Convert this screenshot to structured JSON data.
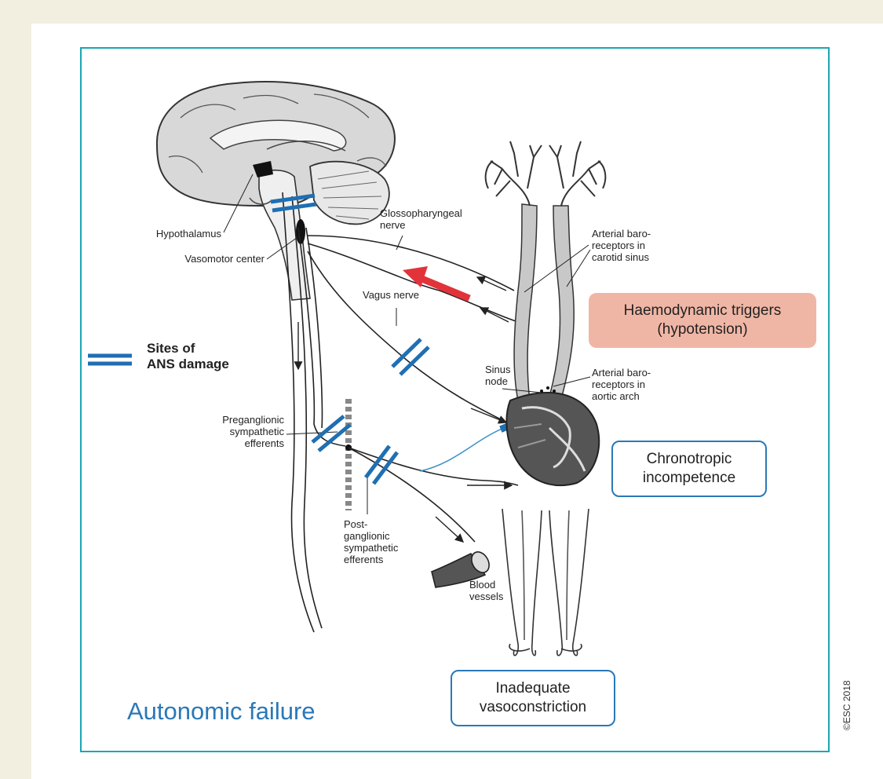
{
  "figure": {
    "title": "Autonomic failure",
    "copyright": "©ESC 2018",
    "colors": {
      "frame_border": "#19a7b3",
      "damage_marker": "#1f6fb2",
      "trigger_arrow": "#e2333a",
      "trigger_box_fill": "#f0b6a5",
      "outcome_box_border": "#2a78b8",
      "title": "#2a78b8",
      "page_background": "#f2efe1"
    }
  },
  "legend": {
    "marker_icon": "double-bar-damage-icon",
    "label": "Sites of\nANS damage"
  },
  "labels": {
    "hypothalamus": "Hypothalamus",
    "vasomotor_center": "Vasomotor center",
    "glossopharyngeal_nerve": "Glossopharyngeal\nnerve",
    "vagus_nerve": "Vagus nerve",
    "arterial_baroreceptors_carotid": "Arterial baro-\nreceptors in\ncarotid sinus",
    "sinus_node": "Sinus\nnode",
    "arterial_baroreceptors_aortic": "Arterial baro-\nreceptors in\naortic arch",
    "preganglionic": "Preganglionic\nsympathetic\nefferents",
    "postganglionic": "Post-\nganglionic\nsympathetic\nefferents",
    "blood_vessels": "Blood\nvessels"
  },
  "boxes": {
    "trigger": "Haemodynamic triggers\n(hypotension)",
    "chronotropic": "Chronotropic\nincompetence",
    "vasoconstriction": "Inadequate\nvasoconstriction"
  }
}
